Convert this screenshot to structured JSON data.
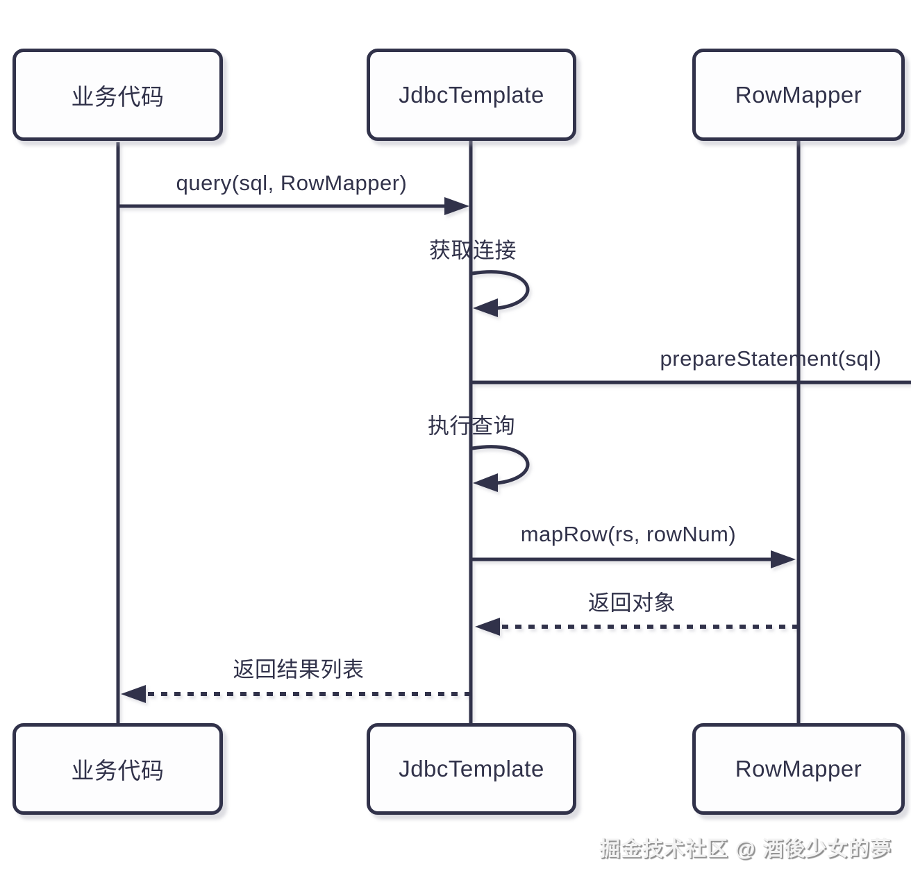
{
  "diagram": {
    "type": "uml-sequence-diagram",
    "actors": [
      {
        "id": "business-code",
        "label": "业务代码"
      },
      {
        "id": "jdbc-template",
        "label": "JdbcTemplate"
      },
      {
        "id": "row-mapper",
        "label": "RowMapper"
      }
    ],
    "messages": [
      {
        "label": "query(sql, RowMapper)",
        "type": "solid-arrow",
        "from": "业务代码",
        "to": "JdbcTemplate"
      },
      {
        "label": "获取连接",
        "type": "self-loop",
        "on": "JdbcTemplate"
      },
      {
        "label": "prepareStatement(sql)",
        "type": "solid-line",
        "from": "JdbcTemplate",
        "to": "off-screen-right"
      },
      {
        "label": "执行查询",
        "type": "self-loop",
        "on": "JdbcTemplate"
      },
      {
        "label": "mapRow(rs, rowNum)",
        "type": "solid-arrow",
        "from": "JdbcTemplate",
        "to": "RowMapper"
      },
      {
        "label": "返回对象",
        "type": "dashed-arrow",
        "from": "RowMapper",
        "to": "JdbcTemplate"
      },
      {
        "label": "返回结果列表",
        "type": "dashed-arrow",
        "from": "JdbcTemplate",
        "to": "业务代码"
      }
    ],
    "watermark": "掘金技术社区 @ 酒後少女的夢",
    "colors": {
      "stroke": "#31324a",
      "background": "#ffffff"
    }
  }
}
